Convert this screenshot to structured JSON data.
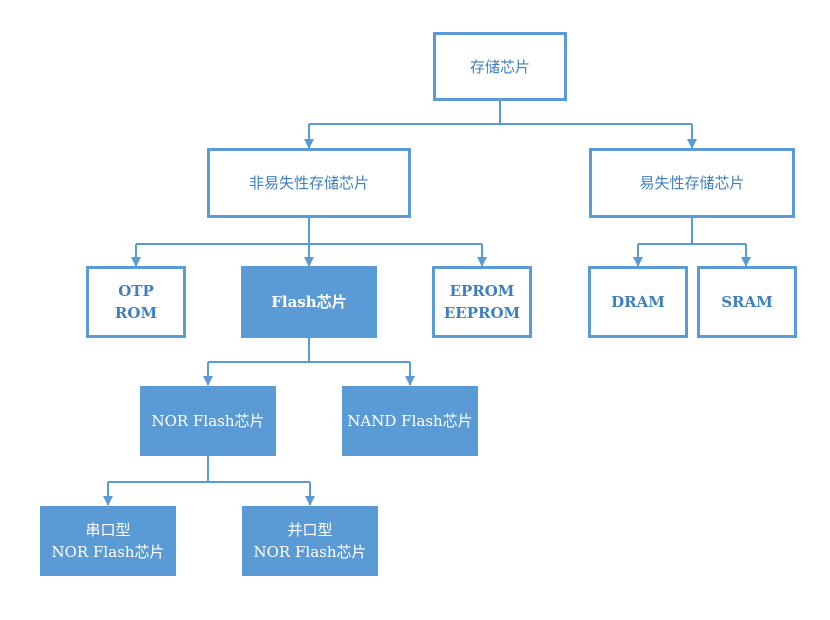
{
  "colors": {
    "stroke": "#5b9bd5",
    "outline_text": "#3e7fc1",
    "fill": "#5b9bd5",
    "fill_text": "#ffffff"
  },
  "nodes": {
    "root": "存储芯片",
    "nonvolatile": "非易失性存储芯片",
    "volatile": "易失性存储芯片",
    "otp_rom": [
      "OTP",
      "ROM"
    ],
    "flash": "Flash芯片",
    "eprom": [
      "EPROM",
      "EEPROM"
    ],
    "dram": "DRAM",
    "sram": "SRAM",
    "nor_flash": "NOR Flash芯片",
    "nand_flash": "NAND Flash芯片",
    "serial_nor": [
      "串口型",
      "NOR Flash芯片"
    ],
    "parallel_nor": [
      "并口型",
      "NOR Flash芯片"
    ]
  }
}
